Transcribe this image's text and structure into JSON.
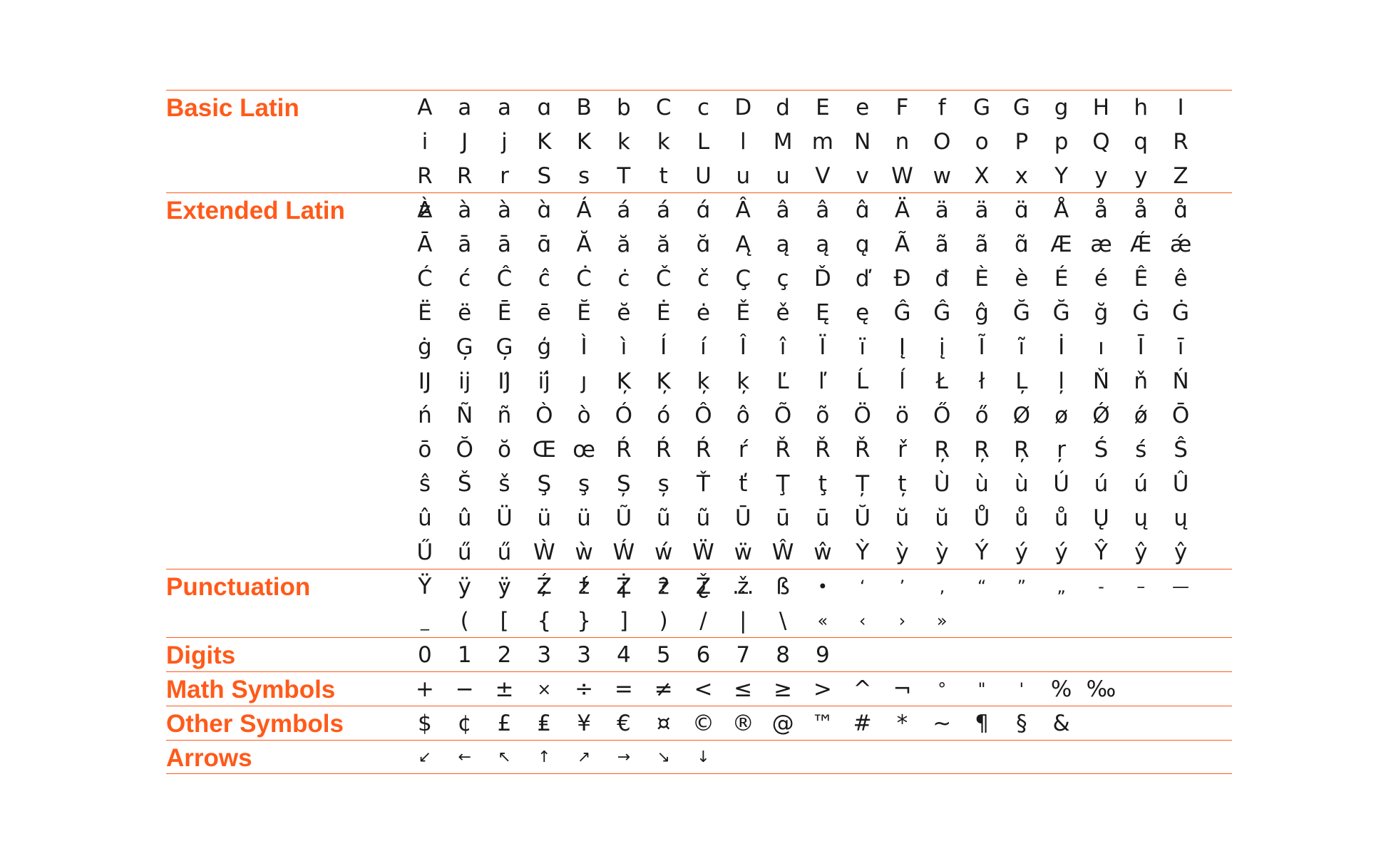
{
  "accent_color": "#ff5a1a",
  "text_color": "#1a1a1a",
  "sections": [
    {
      "id": "basic-latin",
      "title": "Basic Latin",
      "rows": 3,
      "glyphs": [
        "A",
        "a",
        "a",
        "ɑ",
        "B",
        "b",
        "C",
        "c",
        "D",
        "d",
        "E",
        "e",
        "F",
        "f",
        "G",
        "G",
        "g",
        "H",
        "h",
        "I",
        "i",
        "J",
        "j",
        "K",
        "K",
        "k",
        "k",
        "L",
        "l",
        "M",
        "m",
        "N",
        "n",
        "O",
        "o",
        "P",
        "p",
        "Q",
        "q",
        "R",
        "R",
        "R",
        "r",
        "S",
        "s",
        "T",
        "t",
        "U",
        "u",
        "u",
        "V",
        "v",
        "W",
        "w",
        "X",
        "x",
        "Y",
        "y",
        "y",
        "Z",
        "z"
      ]
    },
    {
      "id": "extended-latin",
      "title": "Extended Latin",
      "rows": 11,
      "glyphs": [
        "À",
        "à",
        "à",
        "ɑ̀",
        "Á",
        "á",
        "á",
        "ɑ́",
        "Â",
        "â",
        "â",
        "ɑ̂",
        "Ä",
        "ä",
        "ä",
        "ɑ̈",
        "Å",
        "å",
        "å",
        "ɑ̊",
        "Ā",
        "ā",
        "ā",
        "ɑ̄",
        "Ă",
        "ă",
        "ă",
        "ɑ̆",
        "Ą",
        "ą",
        "ą",
        "ɑ̨",
        "Ã",
        "ã",
        "ã",
        "ɑ̃",
        "Æ",
        "æ",
        "Ǽ",
        "ǽ",
        "Ć",
        "ć",
        "Ĉ",
        "ĉ",
        "Ċ",
        "ċ",
        "Č",
        "č",
        "Ç",
        "ç",
        "Ď",
        "ď",
        "Đ",
        "đ",
        "È",
        "è",
        "É",
        "é",
        "Ê",
        "ê",
        "Ë",
        "ë",
        "Ē",
        "ē",
        "Ĕ",
        "ĕ",
        "Ė",
        "ė",
        "Ě",
        "ě",
        "Ę",
        "ę",
        "Ĝ",
        "Ĝ",
        "ĝ",
        "Ğ",
        "Ğ",
        "ğ",
        "Ġ",
        "Ġ",
        "ġ",
        "Ģ",
        "Ģ",
        "ģ",
        "Ì",
        "ì",
        "Í",
        "í",
        "Î",
        "î",
        "Ï",
        "ï",
        "Į",
        "į",
        "Ĩ",
        "ĩ",
        "İ",
        "ı",
        "Ī",
        "ī",
        "Ĳ",
        "ĳ",
        "Ĳ́",
        "ĳ́",
        "ȷ",
        "Ķ",
        "Ķ",
        "ķ",
        "ķ",
        "Ľ",
        "ľ",
        "Ĺ",
        "ĺ",
        "Ł",
        "ł",
        "Ļ",
        "ļ",
        "Ň",
        "ň",
        "Ń",
        "ń",
        "Ñ",
        "ñ",
        "Ò",
        "ò",
        "Ó",
        "ó",
        "Ô",
        "ô",
        "Õ",
        "õ",
        "Ö",
        "ö",
        "Ő",
        "ő",
        "Ø",
        "ø",
        "Ǿ",
        "ǿ",
        "Ō",
        "ō",
        "Ŏ",
        "ŏ",
        "Œ",
        "œ",
        "Ŕ",
        "Ŕ",
        "Ŕ",
        "ŕ",
        "Ř",
        "Ř",
        "Ř",
        "ř",
        "Ŗ",
        "Ŗ",
        "Ŗ",
        "ŗ",
        "Ś",
        "ś",
        "Ŝ",
        "ŝ",
        "Š",
        "š",
        "Ş",
        "ş",
        "Ș",
        "ș",
        "Ť",
        "ť",
        "Ţ",
        "ţ",
        "Ț",
        "ț",
        "Ù",
        "ù",
        "ù",
        "Ú",
        "ú",
        "ú",
        "Û",
        "û",
        "û",
        "Ü",
        "ü",
        "ü",
        "Ũ",
        "ũ",
        "ũ",
        "Ū",
        "ū",
        "ū",
        "Ŭ",
        "ŭ",
        "ŭ",
        "Ů",
        "ů",
        "ů",
        "Ų",
        "ų",
        "ų",
        "Ű",
        "ű",
        "ű",
        "Ẁ",
        "ẁ",
        "Ẃ",
        "ẃ",
        "Ẅ",
        "ẅ",
        "Ŵ",
        "ŵ",
        "Ỳ",
        "ỳ",
        "ỳ",
        "Ý",
        "ý",
        "ý",
        "Ŷ",
        "ŷ",
        "ŷ",
        "Ÿ",
        "ÿ",
        "ÿ",
        "Ź",
        "ź",
        "Ż",
        "ż",
        "Ž",
        "ž",
        "ß"
      ]
    },
    {
      "id": "punctuation",
      "title": "Punctuation",
      "rows": 2,
      "glyphs": [
        ".",
        ",",
        ":",
        ";",
        "!",
        "¡",
        "?",
        "¿",
        "…",
        "·",
        "•",
        "‘",
        "’",
        "‚",
        "“",
        "”",
        "„",
        "-",
        "–",
        "—",
        "_",
        "(",
        "[",
        "{",
        "}",
        "]",
        ")",
        "/",
        "|",
        "\\",
        "«",
        "‹",
        "›",
        "»"
      ]
    },
    {
      "id": "digits",
      "title": "Digits",
      "rows": 1,
      "glyphs": [
        "0",
        "1",
        "2",
        "3",
        "3",
        "4",
        "5",
        "6",
        "7",
        "8",
        "9"
      ]
    },
    {
      "id": "math-symbols",
      "title": "Math Symbols",
      "rows": 1,
      "glyphs": [
        "+",
        "−",
        "±",
        "×",
        "÷",
        "=",
        "≠",
        "<",
        "≤",
        "≥",
        ">",
        "^",
        "¬",
        "°",
        "\"",
        "'",
        "%",
        "‰"
      ]
    },
    {
      "id": "other-symbols",
      "title": "Other Symbols",
      "rows": 1,
      "glyphs": [
        "$",
        "¢",
        "£",
        "₤",
        "¥",
        "€",
        "¤",
        "©",
        "®",
        "@",
        "™",
        "#",
        "*",
        "~",
        "¶",
        "§",
        "&"
      ]
    },
    {
      "id": "arrows",
      "title": "Arrows",
      "rows": 1,
      "glyphs": [
        "↙",
        "←",
        "↖",
        "↑",
        "↗",
        "→",
        "↘",
        "↓"
      ]
    }
  ]
}
